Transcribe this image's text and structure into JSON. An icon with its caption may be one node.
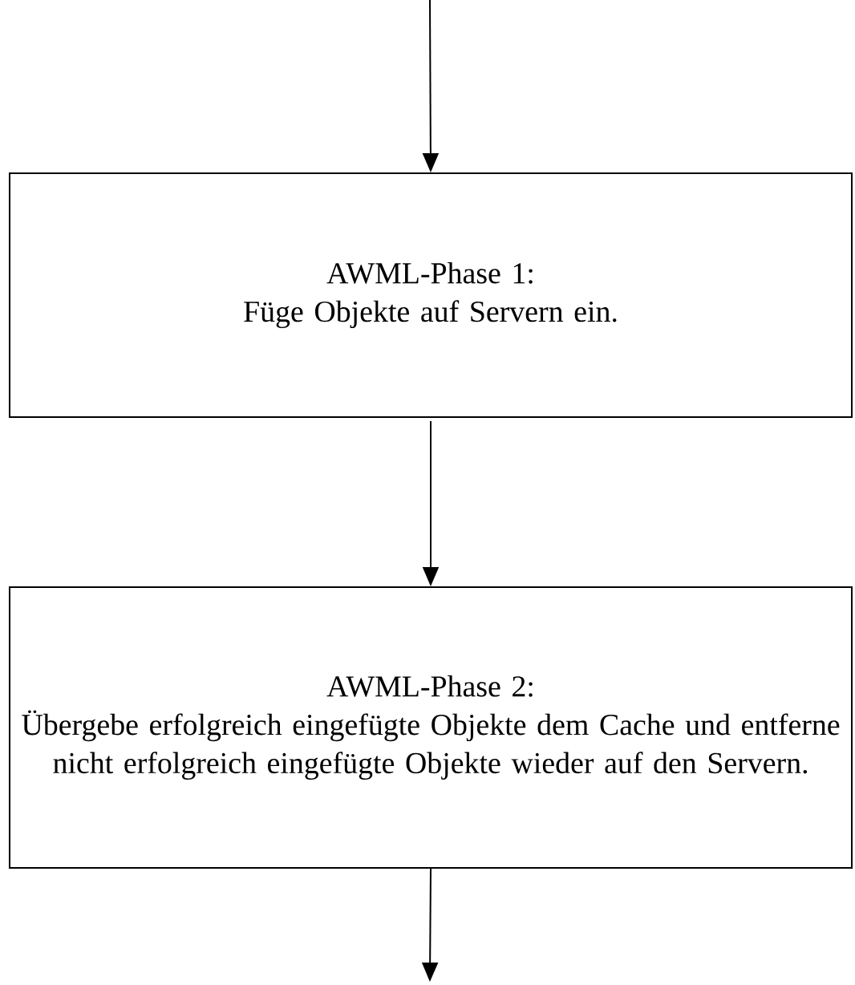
{
  "diagram": {
    "nodes": [
      {
        "text": [
          "AWML-Phase 1:",
          "Füge Objekte auf Servern ein."
        ]
      },
      {
        "text": [
          "AWML-Phase 2:",
          "Übergebe erfolgreich eingefügte Objekte dem Cache und entferne nicht erfolgreich eingefügte Objekte wieder auf den Servern."
        ]
      }
    ],
    "edges": [
      {
        "from": null,
        "to": 0,
        "arrow": "to"
      },
      {
        "from": 0,
        "to": 1,
        "arrow": "to"
      },
      {
        "from": 1,
        "to": null,
        "arrow": "to"
      }
    ]
  }
}
